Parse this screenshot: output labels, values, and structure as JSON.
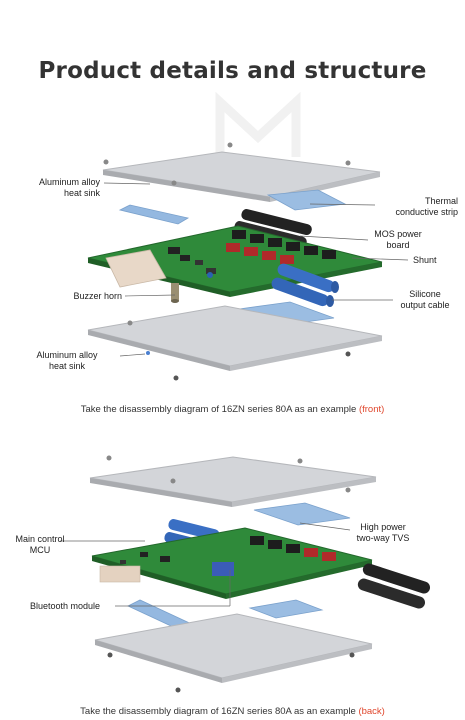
{
  "title": "Product details and structure",
  "front": {
    "labels": {
      "top_heat_sink": "Aluminum alloy\nheat sink",
      "thermal_strip": "Thermal\nconductive strip",
      "mos_board": "MOS power\nboard",
      "shunt": "Shunt",
      "buzzer": "Buzzer horn",
      "silicone_cable": "Silicone\noutput cable",
      "bottom_heat_sink": "Aluminum alloy\nheat sink"
    },
    "caption_text": "Take the disassembly diagram of 16ZN series 80A as an example ",
    "caption_highlight": "(front)"
  },
  "back": {
    "labels": {
      "main_mcu": "Main control\nMCU",
      "high_power_tvs": "High power\ntwo-way TVS",
      "bluetooth": "Bluetooth module"
    },
    "caption_text": "Take the disassembly diagram of 16ZN series 80A as an example ",
    "caption_highlight": "(back)"
  },
  "colors": {
    "highlight": "#e0462c",
    "pcb": "#2f8a3a",
    "metal": "#c9cbcf",
    "thermal_pad": "#8fb4dc",
    "cable": "#3a6fc4"
  }
}
